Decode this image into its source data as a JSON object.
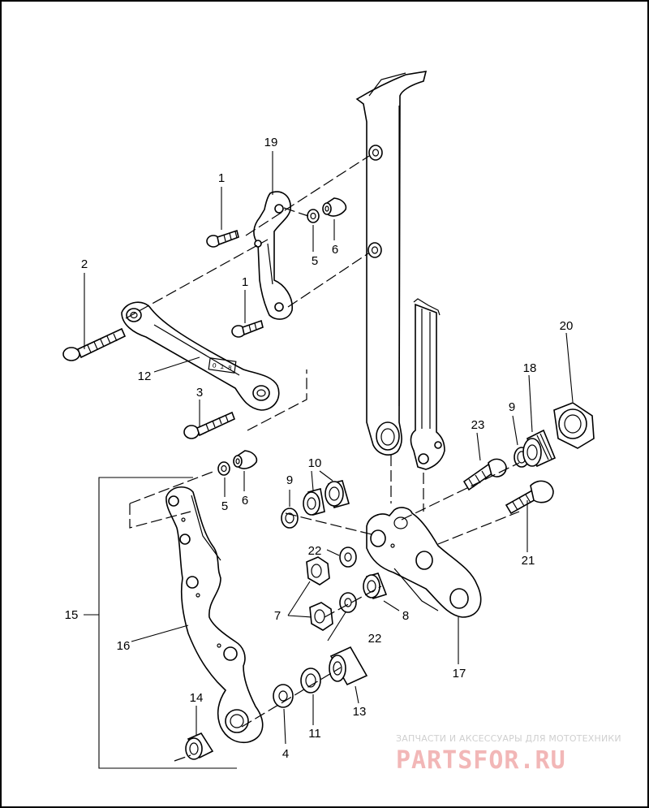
{
  "callouts": {
    "c1a": "1",
    "c1b": "1",
    "c2": "2",
    "c3": "3",
    "c4": "4",
    "c5a": "5",
    "c5b": "5",
    "c6a": "6",
    "c6b": "6",
    "c7": "7",
    "c8": "8",
    "c9a": "9",
    "c9b": "9",
    "c10": "10",
    "c11": "11",
    "c12": "12",
    "c13": "13",
    "c14": "14",
    "c15": "15",
    "c16": "16",
    "c17": "17",
    "c18": "18",
    "c19": "19",
    "c20": "20",
    "c21": "21",
    "c22a": "22",
    "c22b": "22",
    "c23": "23"
  },
  "watermark": {
    "tagline": "ЗАПЧАСТИ И АКСЕССУАРЫ ДЛЯ МОТОТЕХНИКИ",
    "brand": "PARTSFOR.RU"
  },
  "colors": {
    "line": "#000000",
    "watermark_brand": "#f2b7b7",
    "watermark_text": "#cfcfcf"
  }
}
